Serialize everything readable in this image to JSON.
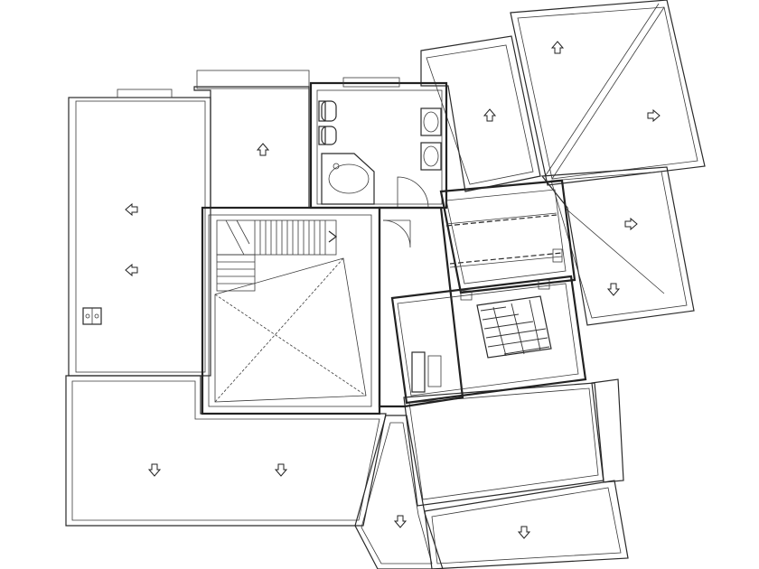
{
  "plan": {
    "kind": "roof-plan",
    "line_color": "#2a2a2a",
    "background": "#ffffff",
    "slope_arrows": [
      {
        "id": "west-upper",
        "direction": "left"
      },
      {
        "id": "west-lower",
        "direction": "left"
      },
      {
        "id": "north-center",
        "direction": "up"
      },
      {
        "id": "northeast-left",
        "direction": "up"
      },
      {
        "id": "northeast-top",
        "direction": "up"
      },
      {
        "id": "northeast-right",
        "direction": "right"
      },
      {
        "id": "east",
        "direction": "right"
      },
      {
        "id": "east-lower",
        "direction": "down"
      },
      {
        "id": "south-left",
        "direction": "down"
      },
      {
        "id": "south-center",
        "direction": "down"
      },
      {
        "id": "southeast-small",
        "direction": "down"
      },
      {
        "id": "south-right",
        "direction": "down"
      }
    ],
    "icons": [
      "stair-icon",
      "bathtub-icon",
      "toilet-icon",
      "bidet-icon",
      "washbasin-icon",
      "double-bed-icon",
      "desk-icon",
      "door-swing-icon",
      "skylight-icon"
    ]
  }
}
